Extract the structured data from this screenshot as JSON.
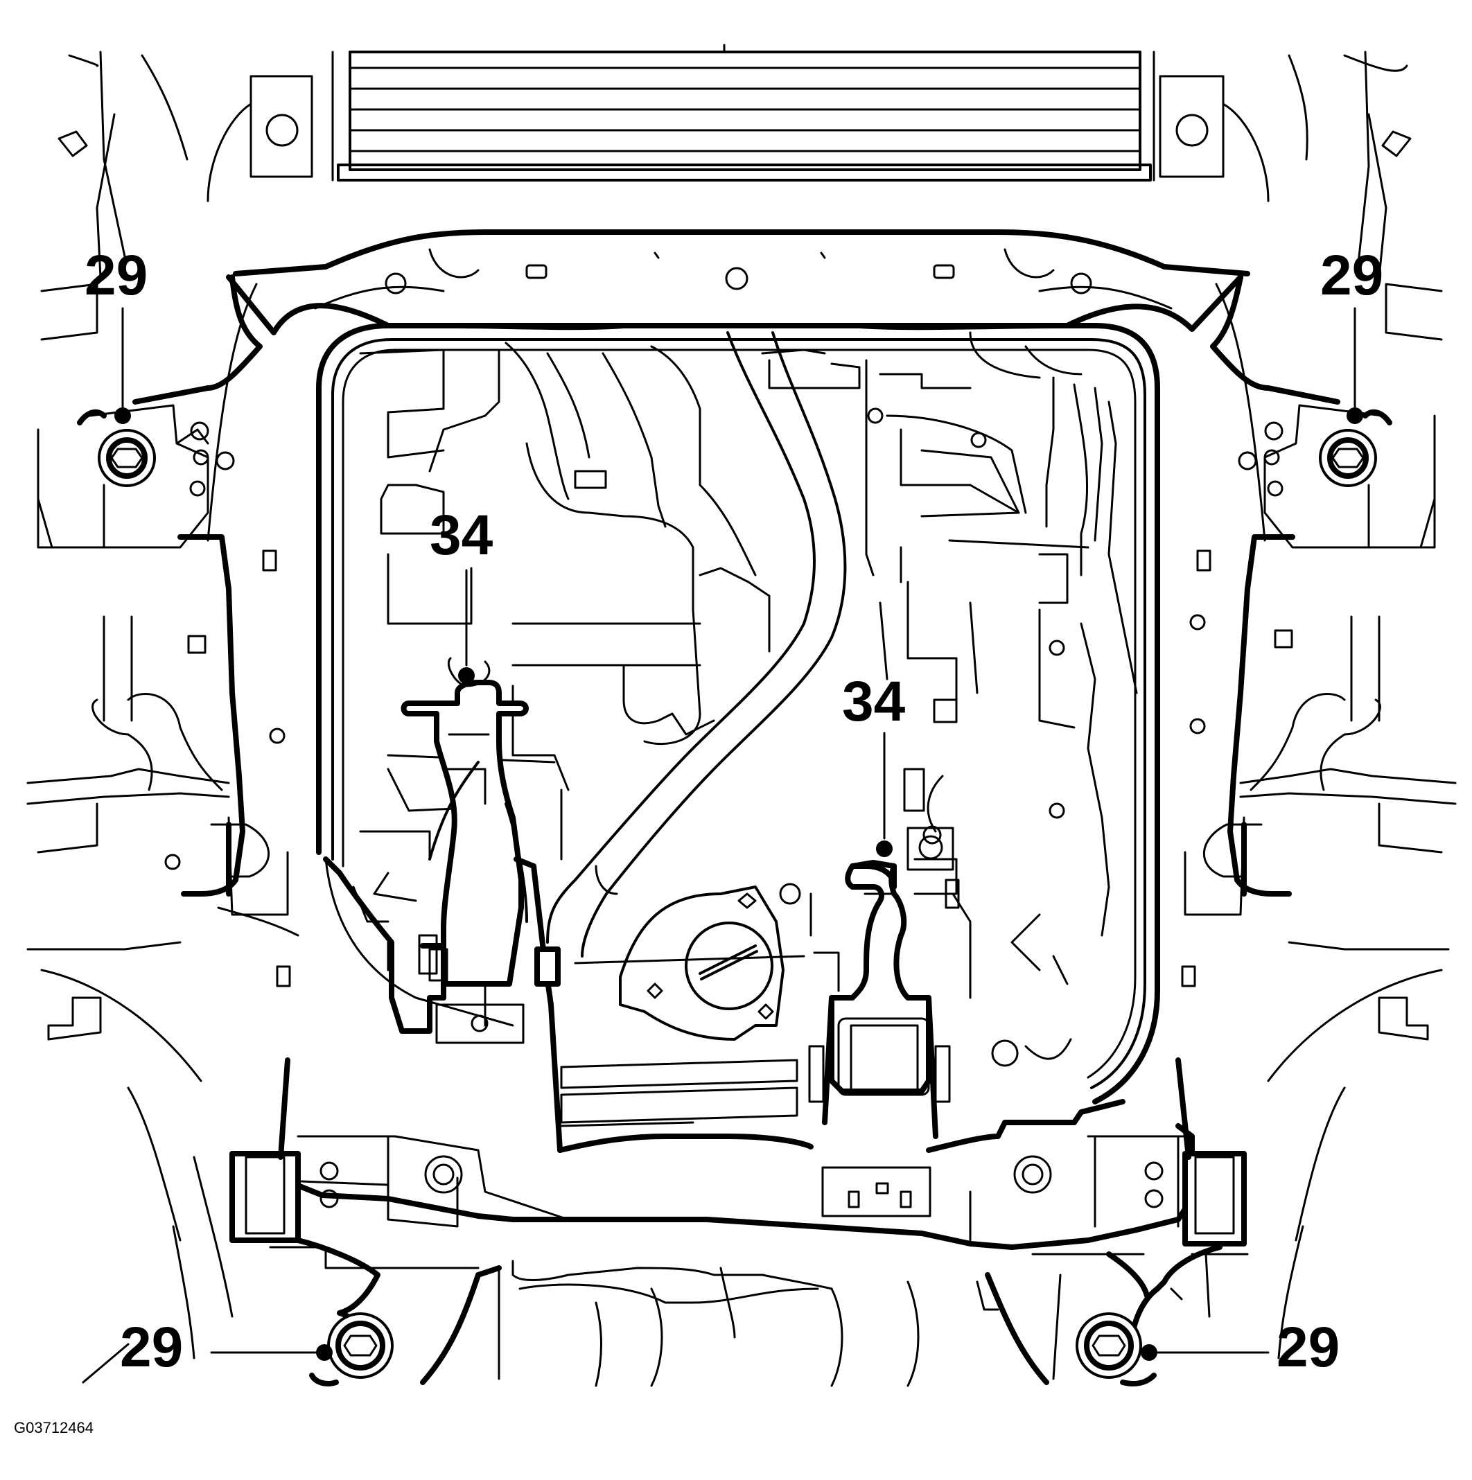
{
  "figure_id": "G03712464",
  "callouts": {
    "top_left": "29",
    "top_right": "29",
    "bottom_left": "29",
    "bottom_right": "29",
    "center_left": "34",
    "center_right": "34"
  },
  "colors": {
    "line": "#000000",
    "background": "#ffffff"
  }
}
